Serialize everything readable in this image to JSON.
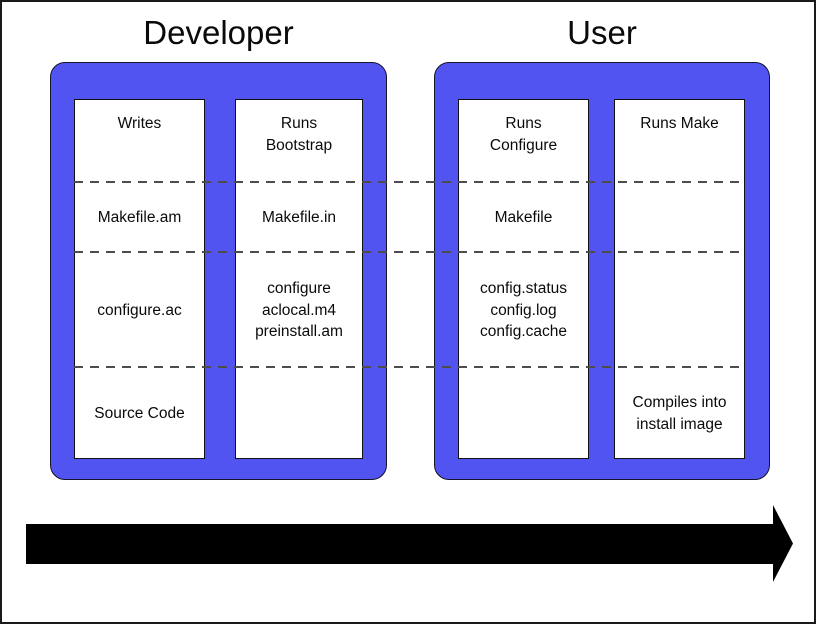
{
  "sections": [
    {
      "title": "Developer",
      "columns": [
        {
          "role": "writes",
          "cells": [
            "Writes",
            "Makefile.am",
            "configure.ac",
            "Source Code"
          ]
        },
        {
          "role": "runs-bootstrap",
          "cells": [
            "Runs\nBootstrap",
            "Makefile.in",
            "configure\naclocal.m4\npreinstall.am",
            ""
          ]
        }
      ]
    },
    {
      "title": "User",
      "columns": [
        {
          "role": "runs-configure",
          "cells": [
            "Runs\nConfigure",
            "Makefile",
            "config.status\nconfig.log\nconfig.cache",
            ""
          ]
        },
        {
          "role": "runs-make",
          "cells": [
            "Runs Make",
            "",
            "",
            "Compiles into\ninstall image"
          ]
        }
      ]
    }
  ],
  "flow_arrow": "time-flow-right",
  "colors": {
    "container_blue": "#5254f1",
    "arrow_black": "#000000",
    "dashed_line_gray": "#4d4d4d",
    "background": "#ffffff"
  }
}
